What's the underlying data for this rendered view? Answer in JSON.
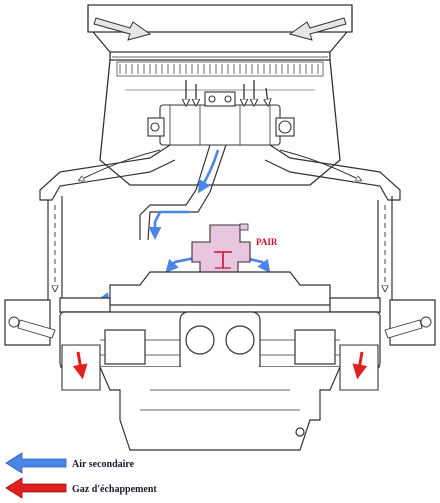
{
  "diagram": {
    "component_label": "PAIR",
    "legend": [
      {
        "key": "secondary-air",
        "label": "Air secondaire",
        "color": "#4a86e8"
      },
      {
        "key": "exhaust-gas",
        "label": "Gaz d'échappement",
        "color": "#e02020"
      }
    ],
    "colors": {
      "line": "#333333",
      "pair_valve_fill": "#e8c6e0",
      "pair_label": "#c8102e",
      "flow_arrow_fill": "#e6e6e6"
    }
  }
}
